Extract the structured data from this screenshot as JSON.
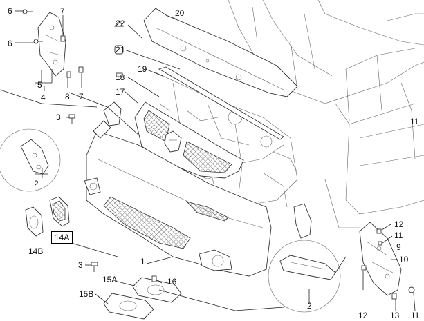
{
  "diagram": {
    "labels": [
      {
        "id": "l6a",
        "text": "6"
      },
      {
        "id": "l7a",
        "text": "7"
      },
      {
        "id": "l6b",
        "text": "6"
      },
      {
        "id": "l5",
        "text": "5"
      },
      {
        "id": "l4",
        "text": "4"
      },
      {
        "id": "l8",
        "text": "8"
      },
      {
        "id": "l7b",
        "text": "7"
      },
      {
        "id": "l3a",
        "text": "3"
      },
      {
        "id": "l2a",
        "text": "2"
      },
      {
        "id": "l14b",
        "text": "14B"
      },
      {
        "id": "l14a",
        "text": "14A"
      },
      {
        "id": "l22",
        "text": "22"
      },
      {
        "id": "l21",
        "text": "21"
      },
      {
        "id": "l18",
        "text": "18"
      },
      {
        "id": "l17",
        "text": "17"
      },
      {
        "id": "l19",
        "text": "19"
      },
      {
        "id": "l20",
        "text": "20"
      },
      {
        "id": "l3b",
        "text": "3"
      },
      {
        "id": "l1",
        "text": "1"
      },
      {
        "id": "l15a",
        "text": "15A"
      },
      {
        "id": "l16",
        "text": "16"
      },
      {
        "id": "l15b",
        "text": "15B"
      },
      {
        "id": "l2b",
        "text": "2"
      },
      {
        "id": "l12a",
        "text": "12"
      },
      {
        "id": "l11a",
        "text": "11"
      },
      {
        "id": "l9",
        "text": "9"
      },
      {
        "id": "l10",
        "text": "10"
      },
      {
        "id": "l12b",
        "text": "12"
      },
      {
        "id": "l13",
        "text": "13"
      },
      {
        "id": "l11b",
        "text": "11"
      },
      {
        "id": "l11c",
        "text": "11"
      }
    ]
  },
  "colors": {
    "line": "#222222",
    "mesh": "#444444",
    "background": "#ffffff"
  }
}
